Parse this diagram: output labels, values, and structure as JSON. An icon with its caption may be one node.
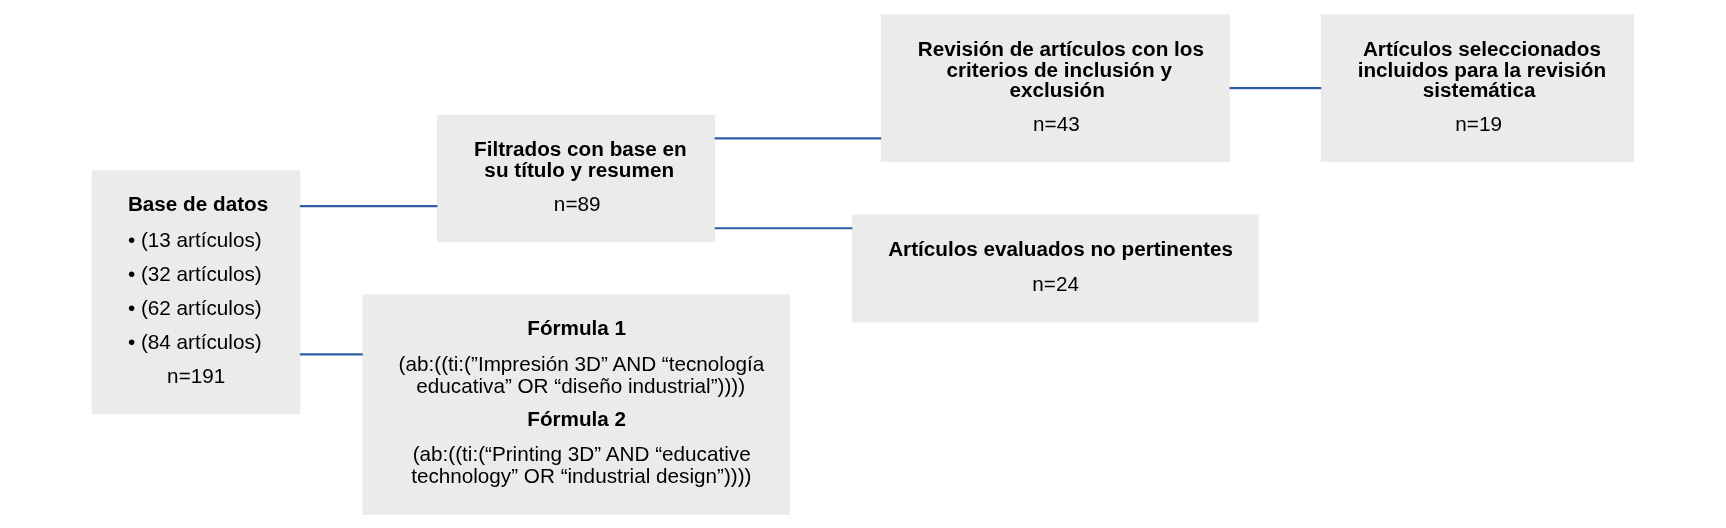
{
  "diagram": {
    "nodes": [
      {
        "text": [
          "Base de datos",
          "• (13 artículos)",
          "• (32 artículos)",
          "• (62 artículos)",
          "• (84 artículos)",
          "n=191"
        ]
      },
      {
        "text": [
          "Filtrados con base en su título y resumen",
          "n=89"
        ]
      },
      {
        "text": [
          "Revisión de artículos con los criterios de inclusión y exclusión",
          "n=43"
        ]
      },
      {
        "text": [
          "Artículos seleccionados incluidos para la revisión sistemática",
          "n=19"
        ]
      },
      {
        "text": [
          "Fórmula 1",
          "(ab:((ti:(”Impresión 3D” AND “tecnología educativa” OR “diseño industrial”))))",
          "Fórmula 2",
          "(ab:((ti:(“Printing 3D” AND “educative technology” OR “industrial design”))))"
        ]
      },
      {
        "text": [
          "Artículos evaluados no pertinentes",
          "n=24"
        ]
      }
    ],
    "edges": [
      {
        "from": 0,
        "to": 1,
        "arrow": "none"
      },
      {
        "from": 0,
        "to": 4,
        "arrow": "none"
      },
      {
        "from": 1,
        "to": 2,
        "arrow": "none"
      },
      {
        "from": 1,
        "to": 5,
        "arrow": "none"
      },
      {
        "from": 2,
        "to": 3,
        "arrow": "none"
      }
    ]
  }
}
